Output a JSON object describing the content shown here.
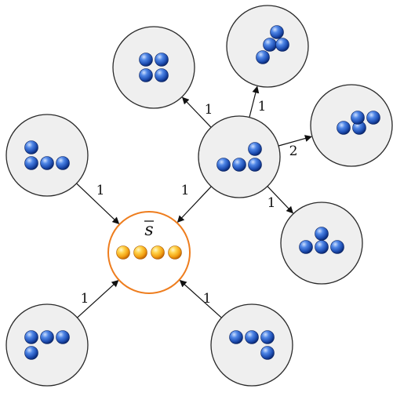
{
  "diagram": {
    "colors": {
      "ball_blue_light": "#7fb0ff",
      "ball_blue_mid": "#2a5cc8",
      "ball_blue_dark": "#0b2a75",
      "ball_orange_light": "#fff2a0",
      "ball_orange_mid": "#f5b318",
      "ball_orange_dark": "#c97008",
      "target_border": "#ee7d1e",
      "node_fill": "#efefef"
    },
    "target": {
      "label": "s",
      "overline": true,
      "ball_color": "orange"
    },
    "nodes": [
      {
        "id": "target",
        "type": "target"
      },
      {
        "id": "left-hook",
        "type": "state"
      },
      {
        "id": "bottom-left",
        "type": "state"
      },
      {
        "id": "bottom-right",
        "type": "state"
      },
      {
        "id": "hub",
        "type": "state"
      },
      {
        "id": "square",
        "type": "state"
      },
      {
        "id": "diagonal",
        "type": "state"
      },
      {
        "id": "right-tilted",
        "type": "state"
      },
      {
        "id": "triangle",
        "type": "state"
      }
    ],
    "edges": [
      {
        "from": "left-hook",
        "to": "target",
        "weight": "1"
      },
      {
        "from": "bottom-left",
        "to": "target",
        "weight": "1"
      },
      {
        "from": "bottom-right",
        "to": "target",
        "weight": "1"
      },
      {
        "from": "hub",
        "to": "target",
        "weight": "1"
      },
      {
        "from": "hub",
        "to": "square",
        "weight": "1"
      },
      {
        "from": "hub",
        "to": "diagonal",
        "weight": "1"
      },
      {
        "from": "hub",
        "to": "right-tilted",
        "weight": "2"
      },
      {
        "from": "hub",
        "to": "triangle",
        "weight": "1"
      }
    ]
  }
}
